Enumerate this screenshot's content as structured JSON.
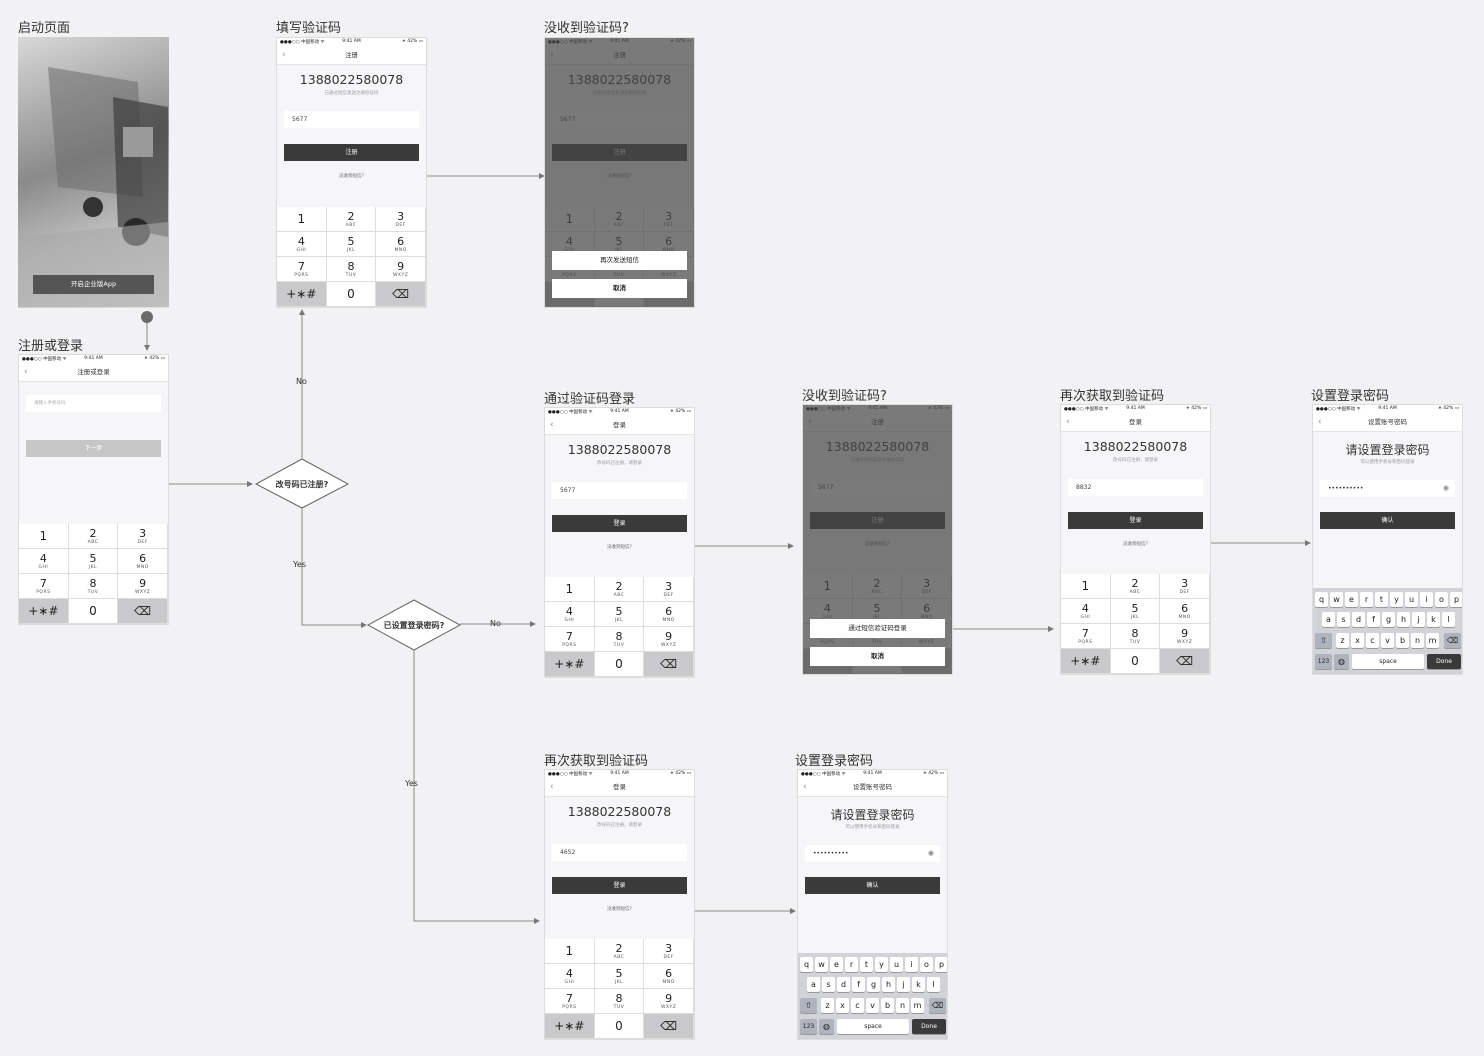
{
  "titles": {
    "splash": "启动页面",
    "enter_code": "填写验证码",
    "no_code_1": "没收到验证码?",
    "register_login": "注册或登录",
    "code_login": "通过验证码登录",
    "no_code_2": "没收到验证码?",
    "recode_1": "再次获取到验证码",
    "set_pwd_1": "设置登录密码",
    "recode_2": "再次获取到验证码",
    "set_pwd_2": "设置登录密码"
  },
  "status": {
    "carrier": "●●●○○ 中国移动 ᯤ",
    "time": "9:41 AM",
    "battery": "∗ 42% ▭"
  },
  "splash": {
    "button": "开启企业版App"
  },
  "register": {
    "nav": "注册或登录",
    "placeholder": "请输入手机号码",
    "next": "下一步"
  },
  "enter_code": {
    "nav": "注册",
    "phone": "1388022580078",
    "hint": "已通过短信发送注册验证码",
    "code": "5677",
    "submit": "注册",
    "link": "没收到短信?"
  },
  "no_code_1": {
    "resend": "再次发送短信",
    "cancel": "取消"
  },
  "code_login": {
    "nav": "登录",
    "phone": "1388022580078",
    "hint": "改号码已注册，请登录",
    "code": "5677",
    "submit": "登录",
    "link": "没收到短信?"
  },
  "no_code_2": {
    "via_sms": "通过短信验证码登录",
    "cancel": "取消"
  },
  "recode_1": {
    "nav": "登录",
    "phone": "1388022580078",
    "hint": "改号码已注册，请登录",
    "code": "8832",
    "submit": "登录",
    "link": "没收到短信?"
  },
  "recode_2": {
    "nav": "登录",
    "phone": "1388022580078",
    "hint": "改号码已注册，请登录",
    "code": "4652",
    "submit": "登录",
    "link": "没收到短信?"
  },
  "set_pwd": {
    "nav": "设置账号密码",
    "heading": "请设置登录密码",
    "hint": "可以使用手机号和密码登录",
    "value": "••••••••••",
    "confirm": "确认"
  },
  "keypad": [
    {
      "n": "1",
      "s": ""
    },
    {
      "n": "2",
      "s": "ABC"
    },
    {
      "n": "3",
      "s": "DEF"
    },
    {
      "n": "4",
      "s": "GHI"
    },
    {
      "n": "5",
      "s": "JKL"
    },
    {
      "n": "6",
      "s": "MNO"
    },
    {
      "n": "7",
      "s": "PQRS"
    },
    {
      "n": "8",
      "s": "TUV"
    },
    {
      "n": "9",
      "s": "WXYZ"
    },
    {
      "n": "+∗#",
      "s": ""
    },
    {
      "n": "0",
      "s": ""
    },
    {
      "n": "⌫",
      "s": ""
    }
  ],
  "qwerty": {
    "row1": [
      "q",
      "w",
      "e",
      "r",
      "t",
      "y",
      "u",
      "i",
      "o",
      "p"
    ],
    "row2": [
      "a",
      "s",
      "d",
      "f",
      "g",
      "h",
      "j",
      "k",
      "l"
    ],
    "row3": [
      "z",
      "x",
      "c",
      "v",
      "b",
      "n",
      "m"
    ],
    "k123": "123",
    "space": "space",
    "done": "Done"
  },
  "decisions": {
    "registered": "改号码已注册?",
    "pwd_set": "已设置登录密码?"
  },
  "labels": {
    "no": "No",
    "yes": "Yes"
  }
}
